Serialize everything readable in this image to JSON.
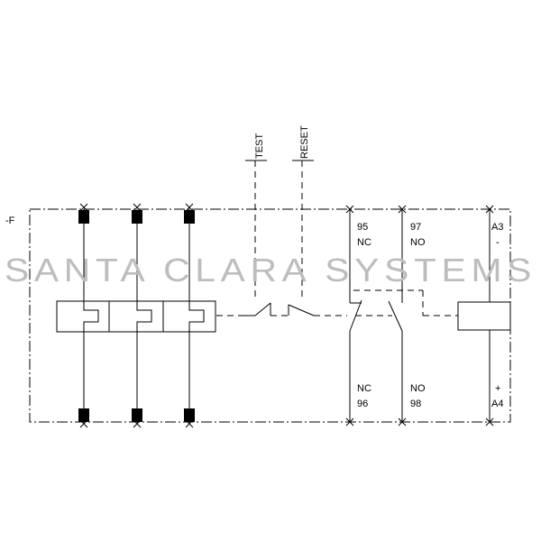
{
  "device_tag": "-F",
  "watermark": "SANTA CLARA SYSTEMS",
  "buttons": {
    "test": "TEST",
    "reset": "RESET"
  },
  "contacts": {
    "nc_top_number": "95",
    "nc_top_type": "NC",
    "no_top_number": "97",
    "no_top_type": "NO",
    "coil_top_terminal": "A3",
    "coil_top_polarity": "-",
    "nc_bottom_type": "NC",
    "nc_bottom_number": "96",
    "no_bottom_type": "NO",
    "no_bottom_number": "98",
    "coil_bottom_polarity": "+",
    "coil_bottom_terminal": "A4"
  },
  "colors": {
    "line": "#000000",
    "watermark": "#bdbdbd",
    "background": "#ffffff"
  }
}
